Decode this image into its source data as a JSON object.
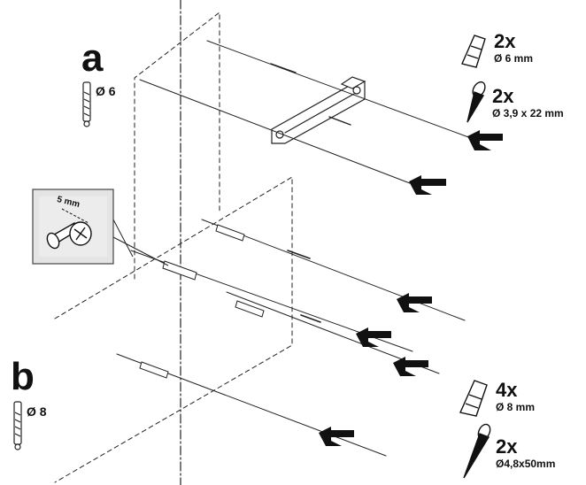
{
  "steps": {
    "a": {
      "letter": "a",
      "drill": "Ø 6"
    },
    "b": {
      "letter": "b",
      "drill": "Ø 8"
    }
  },
  "parts": [
    {
      "qty": "2x",
      "spec": "Ø 6 mm",
      "icon": "wall-plug-icon"
    },
    {
      "qty": "2x",
      "spec": "Ø 3,9 x 22 mm",
      "icon": "screw-icon"
    },
    {
      "qty": "4x",
      "spec": "Ø 8 mm",
      "icon": "wall-plug-icon"
    },
    {
      "qty": "2x",
      "spec": "Ø4,8x50mm",
      "icon": "screw-icon"
    }
  ],
  "callout": {
    "dimension": "5 mm",
    "icon": "screw-head-detail-icon"
  }
}
